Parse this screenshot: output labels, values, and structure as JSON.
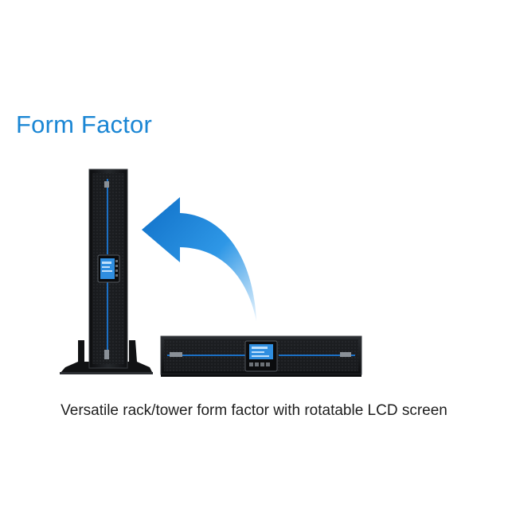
{
  "heading": "Form Factor",
  "caption": "Versatile rack/tower form factor with rotatable LCD screen",
  "colors": {
    "heading": "#1a86d4",
    "arrow": "#1e88d8",
    "unit_body": "#1b1d20",
    "accent_stripe": "#1b6fc4",
    "lcd": "#2f8ee0"
  },
  "icons": [
    "rotate-arrow-icon",
    "tower-ups-unit",
    "rack-ups-unit",
    "lcd-panel"
  ]
}
